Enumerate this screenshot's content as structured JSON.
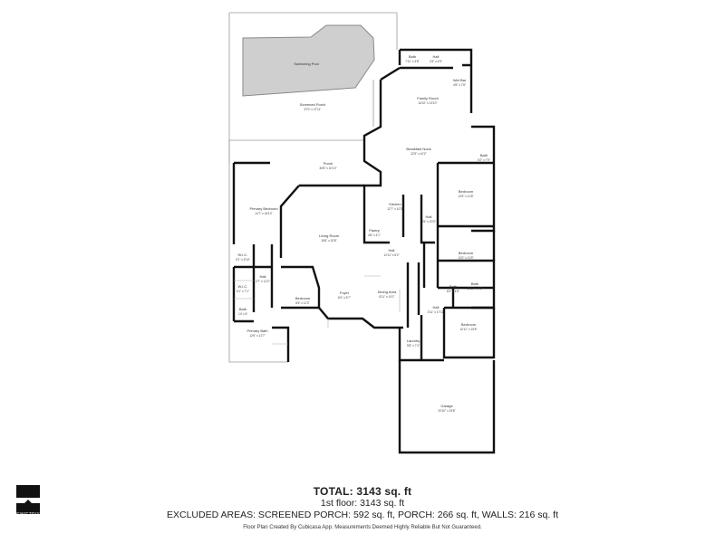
{
  "rooms": [
    {
      "name": "Swimming Pool",
      "dims": ""
    },
    {
      "name": "Screened Porch",
      "dims": "37'0\" x 27'11\""
    },
    {
      "name": "Bath",
      "dims": "7'11\" x 4'8\""
    },
    {
      "name": "Hall",
      "dims": "3'3\" x 4'5\""
    },
    {
      "name": "Wet Bar",
      "dims": "4'8\" x 7'8\""
    },
    {
      "name": "Family Room",
      "dims": "16'10\" x 13'10\""
    },
    {
      "name": "Breakfast Nook",
      "dims": "22'9\" x 10'2\""
    },
    {
      "name": "Porch",
      "dims": "30'8\" x 10'10\""
    },
    {
      "name": "Bath",
      "dims": "5'2\" x 7'9\""
    },
    {
      "name": "Primary Bedroom",
      "dims": "14'7\" x 18'10\""
    },
    {
      "name": "Bedroom",
      "dims": "12'6\" x 11'8\""
    },
    {
      "name": "Kitchen",
      "dims": "12'7\" x 10'3\""
    },
    {
      "name": "Pantry",
      "dims": "4'8\" x 4'1\""
    },
    {
      "name": "Hall",
      "dims": "3'5\" x 20'0\""
    },
    {
      "name": "Living Room",
      "dims": "15'6\" x 20'8\""
    },
    {
      "name": "Bedroom",
      "dims": "12'0\" x 11'5\""
    },
    {
      "name": "Hall",
      "dims": "12'11\" x 5'2\""
    },
    {
      "name": "W.I.C.",
      "dims": "5'1\" x 5'10\""
    },
    {
      "name": "Hall",
      "dims": "3'7\" x 12'2\""
    },
    {
      "name": "W.I.C.",
      "dims": "5'1\" x 7'1\""
    },
    {
      "name": "Bath",
      "dims": "8'3\" x 4'8\""
    },
    {
      "name": "Bath",
      "dims": "10'10\" x 4'8\""
    },
    {
      "name": "Bedroom",
      "dims": "8'6\" x 11'3\""
    },
    {
      "name": "Foyer",
      "dims": "8'4\" x 5'7\""
    },
    {
      "name": "Dining Area",
      "dims": "8'11\" x 14'1\""
    },
    {
      "name": "Hall",
      "dims": "3'11\" x 17'11\""
    },
    {
      "name": "Bath",
      "dims": "14' x 6'"
    },
    {
      "name": "Bedroom",
      "dims": "10'11\" x 10'8\""
    },
    {
      "name": "Primary Bath",
      "dims": "12'6\" x 12'7\""
    },
    {
      "name": "Laundry",
      "dims": "5'8\" x 7'4\""
    },
    {
      "name": "Garage",
      "dims": "20'10\" x 19'8\""
    }
  ],
  "totals": {
    "total": "TOTAL: 3143 sq. ft",
    "floor1": "1st floor: 3143 sq. ft",
    "excluded": "EXCLUDED AREAS: SCREENED PORCH: 592 sq. ft, PORCH: 266 sq. ft, WALLS: 216 sq. ft"
  },
  "disclaimer": "Floor Plan Created By Cubicasa App. Measurements Deemed Highly Reliable But Not Guaranteed.",
  "logo": {
    "text": "SWIFTPIX"
  },
  "colors": {
    "wall": "#111111",
    "thin_line": "#999999",
    "pool_fill": "#cfcfcf",
    "page": "#ffffff"
  }
}
